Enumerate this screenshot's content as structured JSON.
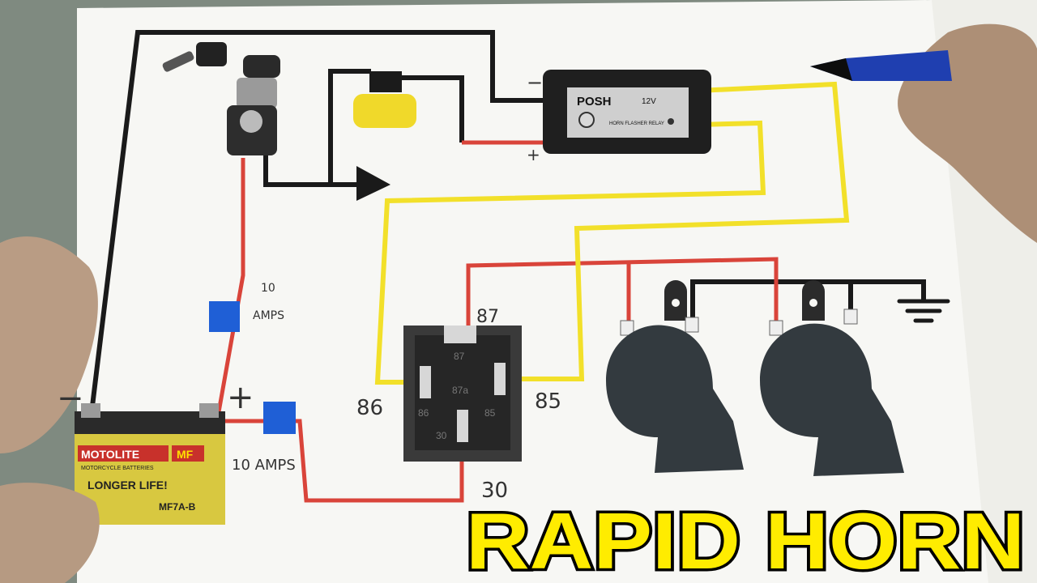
{
  "title": "RAPID HORN",
  "labels": {
    "fuse_top_amps_1": "10",
    "fuse_top_amps_2": "AMPS",
    "fuse_bottom": "10 AMPS",
    "plus_battery": "+",
    "minus_battery": "−",
    "minus_flasher": "−",
    "plus_flasher": "+",
    "pin_87": "87",
    "pin_86": "86",
    "pin_85": "85",
    "pin_30": "30"
  },
  "flasher": {
    "brand": "POSH",
    "voltage": "12V",
    "small_text": "HORN FLASHER RELAY"
  },
  "relay": {
    "pin_87": "87",
    "pin_87a": "87a",
    "pin_86": "86",
    "pin_85": "85",
    "pin_30": "30"
  },
  "battery": {
    "brand": "MOTOLITE",
    "badge": "MF",
    "subtitle": "MOTORCYCLE BATTERIES",
    "slogan": "LONGER LIFE!",
    "model": "MF7A-B"
  },
  "colors": {
    "wire_black": "#1a1a1a",
    "wire_red": "#d9443a",
    "wire_yellow": "#f2e02a",
    "fuse_blue": "#1f5fd6",
    "title_yellow": "#ffec00",
    "paper": "#f7f7f4"
  }
}
